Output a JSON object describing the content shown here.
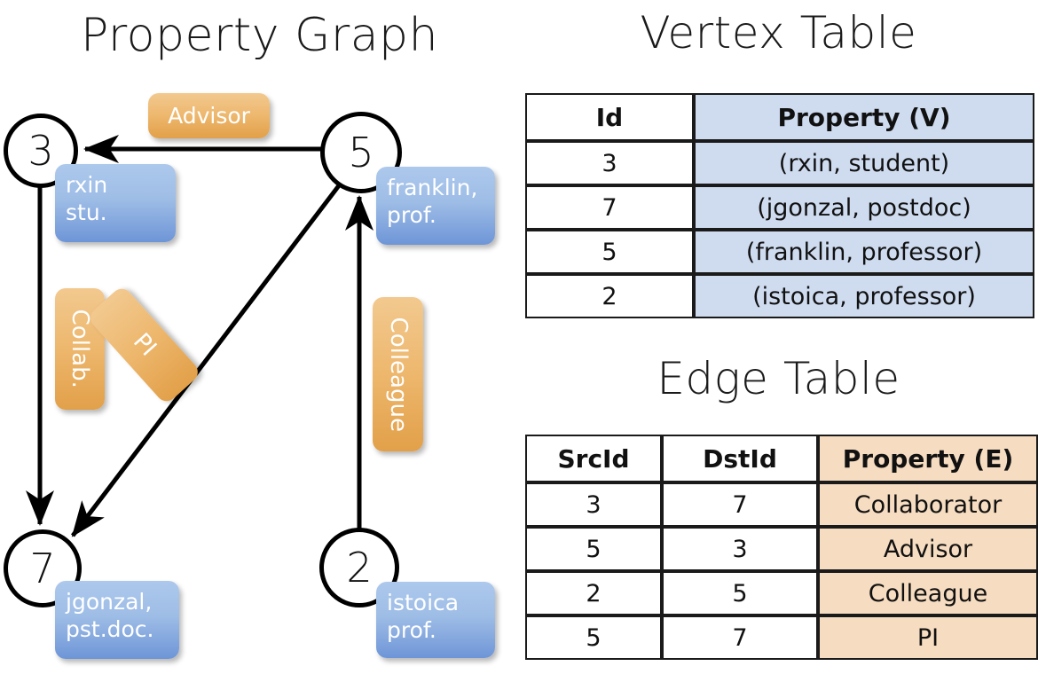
{
  "titles": {
    "property_graph": "Property Graph",
    "vertex_table": "Vertex Table",
    "edge_table": "Edge Table"
  },
  "graph": {
    "nodes": [
      {
        "id": "3",
        "label": "3",
        "property_lines": [
          "rxin",
          "stu."
        ]
      },
      {
        "id": "5",
        "label": "5",
        "property_lines": [
          "franklin,",
          "prof."
        ]
      },
      {
        "id": "7",
        "label": "7",
        "property_lines": [
          "jgonzal,",
          "pst.doc."
        ]
      },
      {
        "id": "2",
        "label": "2",
        "property_lines": [
          "istoica",
          "prof."
        ]
      }
    ],
    "edge_labels": [
      {
        "name": "advisor",
        "text": "Advisor"
      },
      {
        "name": "collab",
        "text": "Collab."
      },
      {
        "name": "pi",
        "text": "PI"
      },
      {
        "name": "colleague",
        "text": "Colleague"
      }
    ]
  },
  "vertex_table": {
    "headers": [
      "Id",
      "Property (V)"
    ],
    "rows": [
      {
        "id": "3",
        "property": "(rxin, student)"
      },
      {
        "id": "7",
        "property": "(jgonzal, postdoc)"
      },
      {
        "id": "5",
        "property": "(franklin, professor)"
      },
      {
        "id": "2",
        "property": "(istoica, professor)"
      }
    ]
  },
  "edge_table": {
    "headers": [
      "SrcId",
      "DstId",
      "Property (E)"
    ],
    "rows": [
      {
        "src": "3",
        "dst": "7",
        "property": "Collaborator"
      },
      {
        "src": "5",
        "dst": "3",
        "property": "Advisor"
      },
      {
        "src": "2",
        "dst": "5",
        "property": "Colleague"
      },
      {
        "src": "5",
        "dst": "7",
        "property": "PI"
      }
    ]
  },
  "colors": {
    "vertex_box": "#9ebde6",
    "edge_box": "#edb76d",
    "vertex_cell": "#cfdcf0",
    "edge_cell": "#f6dcc0",
    "stroke": "#000000"
  }
}
